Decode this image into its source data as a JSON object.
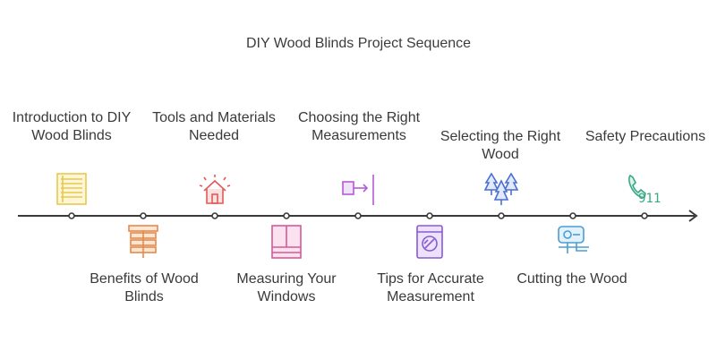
{
  "title": "DIY Wood Blinds Project Sequence",
  "steps": [
    {
      "label": "Introduction to DIY Wood Blinds",
      "icon": "blinds-icon",
      "color": "#e8c94a"
    },
    {
      "label": "Benefits of Wood Blinds",
      "icon": "wood-blinds-icon",
      "color": "#e8884a"
    },
    {
      "label": "Tools and Materials Needed",
      "icon": "house-icon",
      "color": "#e05a5a"
    },
    {
      "label": "Measuring Your Windows",
      "icon": "window-icon",
      "color": "#d45a9a"
    },
    {
      "label": "Choosing the Right Measurements",
      "icon": "arrow-to-line-icon",
      "color": "#b45ad4"
    },
    {
      "label": "Tips for Accurate Measurement",
      "icon": "measuring-device-icon",
      "color": "#8a5ad4"
    },
    {
      "label": "Selecting the Right Wood",
      "icon": "trees-icon",
      "color": "#4a6ed4"
    },
    {
      "label": "Cutting the Wood",
      "icon": "jigsaw-icon",
      "color": "#4a9ed4"
    },
    {
      "label": "Safety Precautions",
      "icon": "phone-911-icon",
      "color": "#3aa886",
      "icon_text": "911"
    }
  ]
}
